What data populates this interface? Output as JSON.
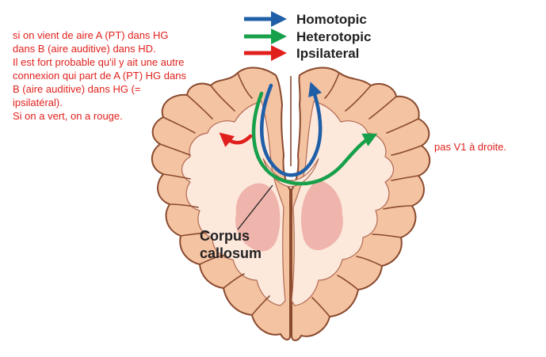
{
  "legend": {
    "items": [
      {
        "label": "Homotopic",
        "color": "#1f5fa8"
      },
      {
        "label": "Heterotopic",
        "color": "#17a04a"
      },
      {
        "label": "Ipsilateral",
        "color": "#e0201c"
      }
    ]
  },
  "structure_label": {
    "line1": "Corpus",
    "line2": "callosum"
  },
  "notes": {
    "left_lines": [
      "si on vient de aire A (PT) dans HG",
      "dans B (aire auditive) dans HD.",
      "Il est fort probable qu'il y ait une autre",
      "connexion qui part de A (PT) HG dans",
      "B (aire auditive) dans HG (=",
      "ipsilatéral).",
      "Si on a vert, on a rouge."
    ],
    "right": "pas V1 à droite."
  },
  "colors": {
    "cortex_fill": "#f4c3a2",
    "cortex_outline": "#8a4a2e",
    "white_matter": "#fde8dc",
    "deep_nuclei": "#ecaaa2",
    "annotation_text": "#e0201c"
  }
}
